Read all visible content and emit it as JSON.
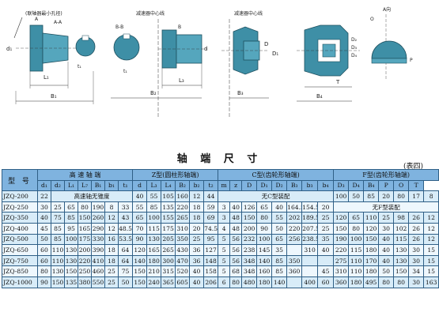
{
  "colors": {
    "header_bg": "#7fb3df",
    "row_bg_a": "#d8ecf8",
    "row_bg_b": "#eef7fd",
    "border": "#2f5f86",
    "drawing_fill": "#3e8fa6"
  },
  "drawings": {
    "coupling_note": "(联轴器最小孔径)",
    "section_aa": "A-A",
    "section_bb": "B-B",
    "reducer_center_1": "减速器中心线",
    "reducer_center_2": "减速器中心线",
    "view_a": "A向",
    "l1": "L₁",
    "b1": "B₁",
    "b2": "B₂",
    "b3": "B₃",
    "b4": "B₄",
    "l3": "L₃",
    "d1": "d₁",
    "d": "d",
    "t1": "t₁",
    "b_small": "b₁",
    "b_b": "b₂",
    "d_caps": "D",
    "d1_caps": "D₁",
    "d2_caps": "D₂",
    "d3_caps": "D₃",
    "d4_caps": "D₄",
    "d_r": "D",
    "t_caps": "T",
    "o_caps": "O",
    "p_caps": "P",
    "a_label": "A",
    "b_label": "B",
    "t_small": "t"
  },
  "page": {
    "title": "轴 端 尺 寸",
    "table_no": "(表四)"
  },
  "table": {
    "model_header": "型 号",
    "groups": {
      "high": "高 速 轴 端",
      "z": "Z型(圆柱形轴端)",
      "c": "C型(齿轮形轴端)",
      "f": "F型(齿轮形轴端)"
    },
    "subheaders": [
      "d₁",
      "d₂",
      "L₁",
      "L₇",
      "B₁",
      "b₁",
      "t₁",
      "d",
      "L₃",
      "L₄",
      "B₂",
      "b₂",
      "t₂",
      "m",
      "z",
      "D",
      "D₁",
      "D₂",
      "B₃",
      "b₃",
      "b₄",
      "D₃",
      "D₄",
      "B₄",
      "P",
      "O",
      "T"
    ],
    "rows": [
      {
        "model": "JZQ-200",
        "cells": [
          "22",
          "高速轴无锥度",
          "",
          "",
          "",
          "",
          "",
          "40",
          "55",
          "105",
          "160",
          "12",
          "44"
        ],
        "c_note": "",
        "f_note": "",
        "c": [],
        "f": []
      },
      {
        "model": "JZQ-250",
        "cells": [
          "30",
          "25",
          "65",
          "80",
          "190",
          "8",
          "33",
          "55",
          "85",
          "135",
          "220",
          "18",
          "59"
        ],
        "c_note": "",
        "f_note": "",
        "c": [
          "3",
          "40",
          "126",
          "65",
          "40",
          "164.5",
          "154.5",
          "20",
          "100",
          "50",
          "85",
          "20",
          "80",
          "17",
          "8"
        ]
      },
      {
        "model": "JZQ-350",
        "cells": [
          "40",
          "75",
          "85",
          "150",
          "260",
          "12",
          "43",
          "65",
          "100",
          "155",
          "265",
          "18",
          "69"
        ],
        "c_note": "",
        "f_note": "",
        "c": [
          "3",
          "48",
          "150",
          "80",
          "55",
          "202",
          "189.5",
          "25",
          "120",
          "65",
          "110",
          "25",
          "98",
          "26",
          "12"
        ]
      },
      {
        "model": "JZQ-400",
        "cells": [
          "45",
          "85",
          "95",
          "165",
          "290",
          "12",
          "48.5",
          "70",
          "115",
          "175",
          "310",
          "20",
          "74.5"
        ],
        "c_note": "",
        "f_note": "",
        "c": [
          "4",
          "48",
          "200",
          "90",
          "50",
          "220",
          "207.5",
          "25",
          "150",
          "80",
          "120",
          "30",
          "102",
          "26",
          "12"
        ]
      },
      {
        "model": "JZQ-500",
        "cells": [
          "50",
          "85",
          "100",
          "175",
          "330",
          "16",
          "53.5",
          "90",
          "130",
          "205",
          "350",
          "25",
          "95"
        ],
        "c_note": "",
        "f_note": "",
        "c": [
          "5",
          "56",
          "232",
          "100",
          "65",
          "256",
          "238.5",
          "35",
          "190",
          "100",
          "150",
          "40",
          "115",
          "26",
          "12"
        ]
      },
      {
        "model": "JZQ-650",
        "cells": [
          "60",
          "110",
          "130",
          "200",
          "390",
          "18",
          "64",
          "120",
          "165",
          "265",
          "430",
          "36",
          "127"
        ],
        "c_note": "",
        "f_note": "",
        "c": [
          "5",
          "56",
          "238",
          "145",
          "35",
          "",
          "310",
          "40",
          "220",
          "115",
          "180",
          "40",
          "130",
          "30",
          "15"
        ]
      },
      {
        "model": "JZQ-750",
        "cells": [
          "60",
          "110",
          "130",
          "220",
          "410",
          "18",
          "64",
          "140",
          "180",
          "300",
          "470",
          "36",
          "148"
        ],
        "c_note": "",
        "f_note": "",
        "c": [
          "5",
          "56",
          "348",
          "140",
          "85",
          "350",
          "",
          "",
          "275",
          "110",
          "170",
          "40",
          "130",
          "30",
          "15"
        ]
      },
      {
        "model": "JZQ-850",
        "cells": [
          "80",
          "130",
          "150",
          "250",
          "460",
          "25",
          "75",
          "150",
          "210",
          "315",
          "520",
          "40",
          "158"
        ],
        "c_note": "",
        "f_note": "",
        "c": [
          "5",
          "68",
          "348",
          "160",
          "85",
          "360",
          "",
          "45",
          "310",
          "110",
          "180",
          "50",
          "150",
          "34",
          "15"
        ]
      },
      {
        "model": "JZQ-1000",
        "cells": [
          "90",
          "150",
          "135",
          "380",
          "550",
          "25",
          "50",
          "150",
          "240",
          "365",
          "605",
          "40",
          "206"
        ],
        "c_note": "",
        "f_note": "",
        "c": [
          "6",
          "80",
          "480",
          "180",
          "140",
          "",
          "400",
          "60",
          "360",
          "180",
          "495",
          "80",
          "80",
          "30",
          "163"
        ]
      }
    ],
    "notes": {
      "row0_c": "无C型装配",
      "row1_f": "无F型装配"
    },
    "row0_f": [
      "100",
      "50",
      "85",
      "20",
      "80",
      "17",
      "8"
    ],
    "row1_f_placeholder": ""
  }
}
